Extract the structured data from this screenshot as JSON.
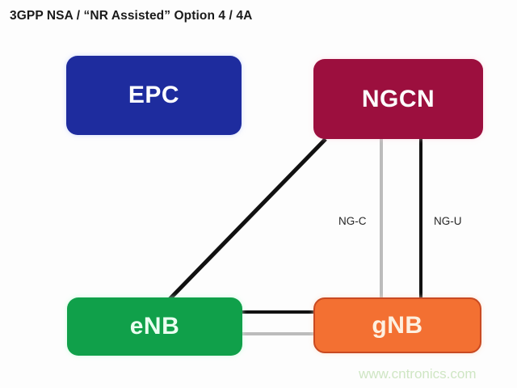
{
  "diagram": {
    "title": "3GPP NSA / “NR Assisted”  Option 4 / 4A",
    "nodes": [
      {
        "id": "epc",
        "label": "EPC",
        "color": "#1e2c9e",
        "text_color": "#ffffff"
      },
      {
        "id": "ngcn",
        "label": "NGCN",
        "color": "#9c0f3e",
        "text_color": "#fdfdfd"
      },
      {
        "id": "enb",
        "label": "eNB",
        "color": "#10a04a",
        "text_color": "#eafff1"
      },
      {
        "id": "gnb",
        "label": "gNB",
        "color": "#f37032",
        "text_color": "#fdf0e0"
      }
    ],
    "edges": [
      {
        "id": "ngcn-enb",
        "from": "ngcn",
        "to": "enb",
        "label": "",
        "color": "#111111",
        "style": "solid"
      },
      {
        "id": "ngcn-gnb-c",
        "from": "ngcn",
        "to": "gnb",
        "label": "NG-C",
        "color": "#bcbcbc",
        "style": "solid"
      },
      {
        "id": "ngcn-gnb-u",
        "from": "ngcn",
        "to": "gnb",
        "label": "NG-U",
        "color": "#111111",
        "style": "solid"
      },
      {
        "id": "enb-gnb-1",
        "from": "enb",
        "to": "gnb",
        "label": "",
        "color": "#111111",
        "style": "solid"
      },
      {
        "id": "enb-gnb-2",
        "from": "enb",
        "to": "gnb",
        "label": "",
        "color": "#bcbcbc",
        "style": "solid"
      }
    ],
    "watermark": "www.cntronics.com"
  }
}
